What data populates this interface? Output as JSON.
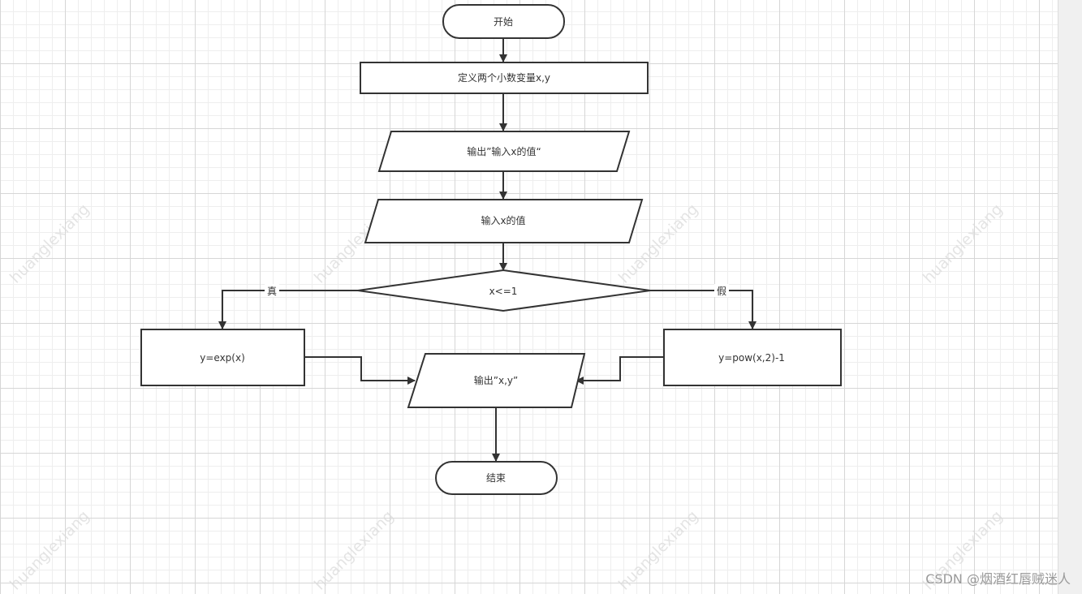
{
  "nodes": {
    "start": "开始",
    "define_vars": "定义两个小数变量x,y",
    "prompt_output": "输出”输入x的值“",
    "input_x": "输入x的值",
    "condition": "x<=1",
    "calc_true": "y=exp(x)",
    "calc_false": "y=pow(x,2)-1",
    "output_xy": "输出”x,y”",
    "end": "结束"
  },
  "edge_labels": {
    "true_branch": "真",
    "false_branch": "假"
  },
  "watermark": "huanglexiang",
  "credit": "CSDN @烟酒红唇贼迷人"
}
